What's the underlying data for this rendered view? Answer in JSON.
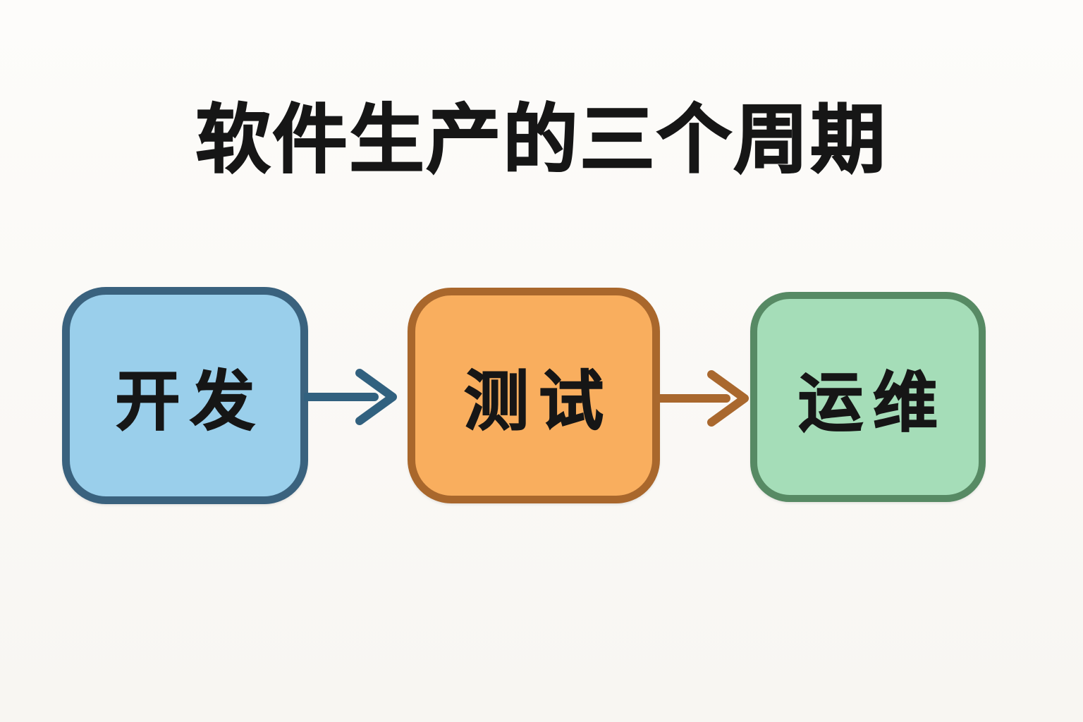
{
  "title": "软件生产的三个周期",
  "background": "#f8f6f2",
  "text_color": "#161616",
  "nodes": [
    {
      "label": "开发",
      "fill": "#9acfeb",
      "border": "#3a627e"
    },
    {
      "label": "测试",
      "fill": "#f9ae5e",
      "border": "#a9672c"
    },
    {
      "label": "运维",
      "fill": "#a5ddb8",
      "border": "#578a64"
    }
  ],
  "arrows": [
    {
      "from": "开发",
      "to": "测试",
      "color": "#31617f"
    },
    {
      "from": "测试",
      "to": "运维",
      "color": "#a9682e"
    }
  ]
}
